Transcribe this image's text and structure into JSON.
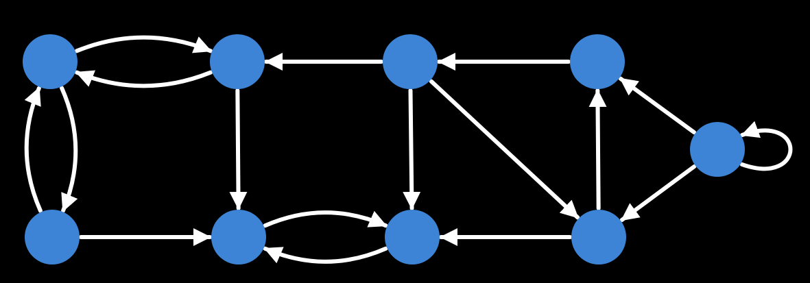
{
  "colors": {
    "background": "#000000",
    "node": "#3d84d6",
    "edge": "#ffffff"
  },
  "graph": {
    "directed": true,
    "nodes": [
      {
        "id": "n1"
      },
      {
        "id": "n2"
      },
      {
        "id": "n3"
      },
      {
        "id": "n4"
      },
      {
        "id": "n5"
      },
      {
        "id": "n6"
      },
      {
        "id": "n7"
      },
      {
        "id": "n8"
      },
      {
        "id": "n9"
      }
    ],
    "edges": [
      {
        "from": "n1",
        "to": "n2"
      },
      {
        "from": "n2",
        "to": "n1"
      },
      {
        "from": "n1",
        "to": "n6"
      },
      {
        "from": "n6",
        "to": "n1"
      },
      {
        "from": "n3",
        "to": "n2"
      },
      {
        "from": "n4",
        "to": "n3"
      },
      {
        "from": "n2",
        "to": "n7"
      },
      {
        "from": "n6",
        "to": "n7"
      },
      {
        "from": "n7",
        "to": "n8"
      },
      {
        "from": "n8",
        "to": "n7"
      },
      {
        "from": "n3",
        "to": "n8"
      },
      {
        "from": "n3",
        "to": "n9"
      },
      {
        "from": "n9",
        "to": "n8"
      },
      {
        "from": "n9",
        "to": "n4"
      },
      {
        "from": "n5",
        "to": "n4"
      },
      {
        "from": "n5",
        "to": "n9"
      },
      {
        "from": "n5",
        "to": "n5"
      }
    ]
  }
}
